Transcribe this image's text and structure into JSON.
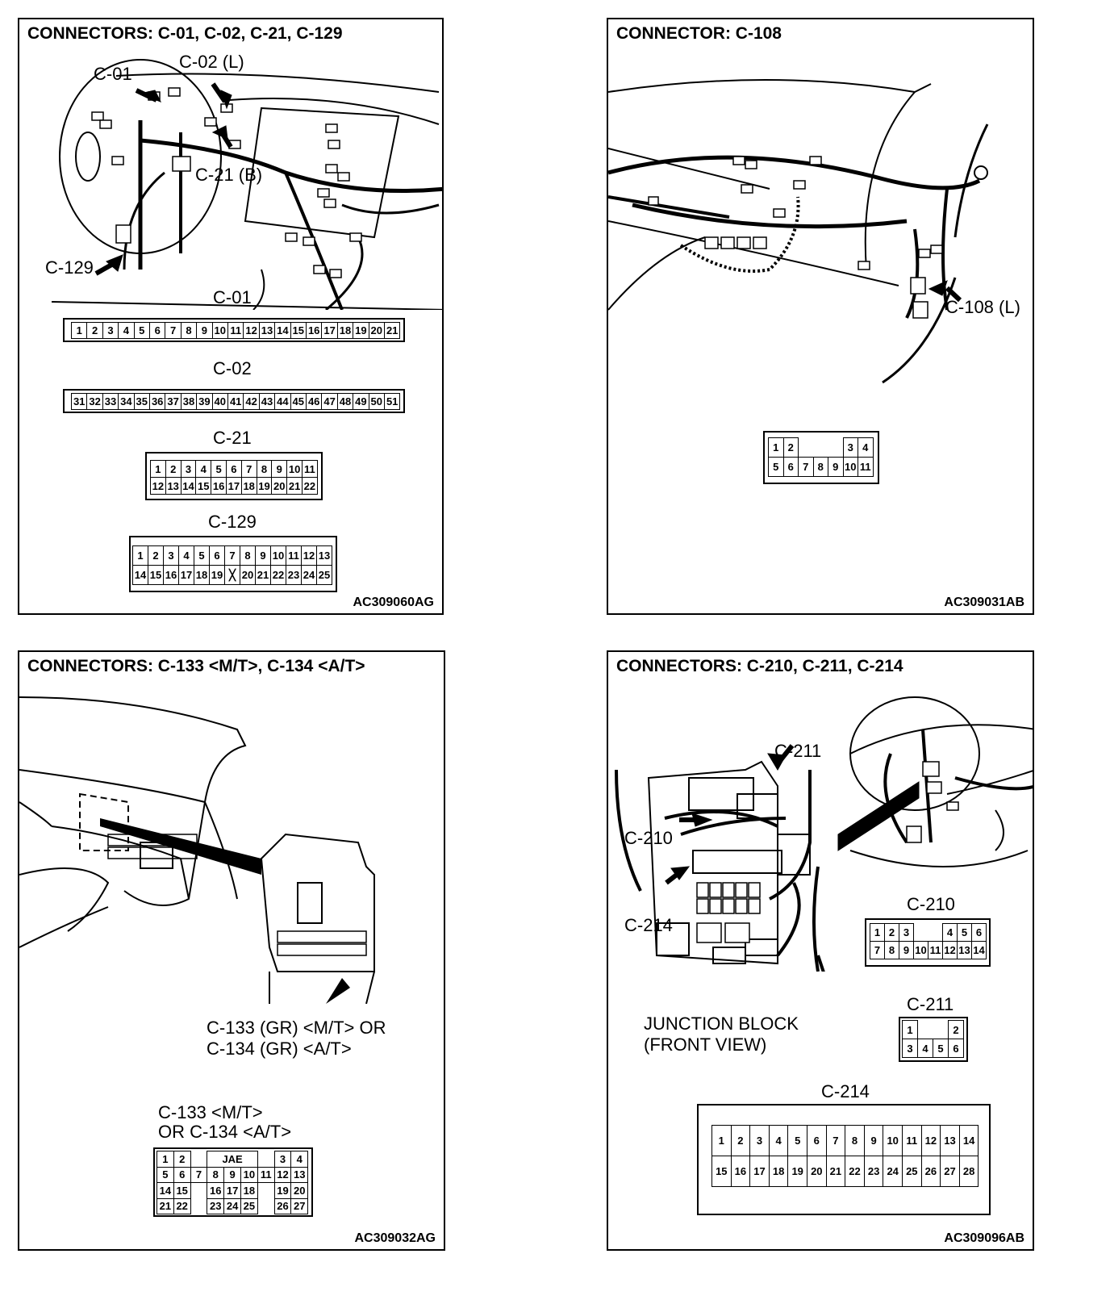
{
  "panels": {
    "p1": {
      "title": "CONNECTORS: C-01, C-02, C-21, C-129",
      "callouts": {
        "c01": "C-01",
        "c02": "C-02 (L)",
        "c21": "C-21 (B)",
        "c129": "C-129"
      },
      "connectors": {
        "c01": {
          "label": "C-01",
          "pins": [
            "1",
            "2",
            "3",
            "4",
            "5",
            "6",
            "7",
            "8",
            "9",
            "10",
            "11",
            "12",
            "13",
            "14",
            "15",
            "16",
            "17",
            "18",
            "19",
            "20",
            "21"
          ]
        },
        "c02": {
          "label": "C-02",
          "pins": [
            "31",
            "32",
            "33",
            "34",
            "35",
            "36",
            "37",
            "38",
            "39",
            "40",
            "41",
            "42",
            "43",
            "44",
            "45",
            "46",
            "47",
            "48",
            "49",
            "50",
            "51"
          ]
        },
        "c21": {
          "label": "C-21",
          "row1": [
            "1",
            "2",
            "3",
            "4",
            "5",
            "6",
            "7",
            "8",
            "9",
            "10",
            "11"
          ],
          "row2": [
            "12",
            "13",
            "14",
            "15",
            "16",
            "17",
            "18",
            "19",
            "20",
            "21",
            "22"
          ]
        },
        "c129": {
          "label": "C-129",
          "row1": [
            "1",
            "2",
            "3",
            "4",
            "5",
            "6",
            "7",
            "8",
            "9",
            "10",
            "11",
            "12",
            "13"
          ],
          "row2": [
            "14",
            "15",
            "16",
            "17",
            "18",
            "19",
            "",
            "20",
            "21",
            "22",
            "23",
            "24",
            "25"
          ]
        }
      },
      "code": "AC309060AG"
    },
    "p2": {
      "title": "CONNECTOR: C-108",
      "callouts": {
        "c108": "C-108 (L)"
      },
      "connectors": {
        "c108": {
          "row1": [
            "1",
            "2",
            "",
            "",
            "",
            "3",
            "4"
          ],
          "row2": [
            "5",
            "6",
            "7",
            "8",
            "9",
            "10",
            "11"
          ]
        }
      },
      "code": "AC309031AB"
    },
    "p3": {
      "title": "CONNECTORS: C-133 <M/T>, C-134 <A/T>",
      "callouts": {
        "line1": "C-133 (GR) <M/T> OR",
        "line2": "C-134 (GR) <A/T>"
      },
      "connectors": {
        "c133": {
          "label1": "C-133 <M/T>",
          "label2": "OR C-134 <A/T>",
          "jae": "JAE",
          "rows": [
            [
              "1",
              "2",
              "",
              "",
              "",
              "",
              "",
              "3",
              "4"
            ],
            [
              "5",
              "6",
              "7",
              "8",
              "9",
              "10",
              "11",
              "12",
              "13"
            ],
            [
              "14",
              "15",
              "",
              "16",
              "17",
              "18",
              "",
              "19",
              "20"
            ],
            [
              "21",
              "22",
              "",
              "23",
              "24",
              "25",
              "",
              "26",
              "27"
            ]
          ]
        }
      },
      "code": "AC309032AG"
    },
    "p4": {
      "title": "CONNECTORS: C-210, C-211, C-214",
      "callouts": {
        "c211": "C-211",
        "c210": "C-210",
        "c214": "C-214",
        "jb1": "JUNCTION BLOCK",
        "jb2": "(FRONT VIEW)"
      },
      "connectors": {
        "c210": {
          "label": "C-210",
          "row1": [
            "1",
            "2",
            "3",
            "",
            "",
            "4",
            "5",
            "6"
          ],
          "row2": [
            "7",
            "8",
            "9",
            "10",
            "11",
            "12",
            "13",
            "14"
          ]
        },
        "c211": {
          "label": "C-211",
          "row1": [
            "1",
            "",
            "",
            "2"
          ],
          "row2": [
            "3",
            "4",
            "5",
            "6"
          ]
        },
        "c214": {
          "label": "C-214",
          "row1": [
            "1",
            "2",
            "3",
            "4",
            "5",
            "6",
            "7",
            "8",
            "9",
            "10",
            "11",
            "12",
            "13",
            "14"
          ],
          "row2": [
            "15",
            "16",
            "17",
            "18",
            "19",
            "20",
            "21",
            "22",
            "23",
            "24",
            "25",
            "26",
            "27",
            "28"
          ]
        }
      },
      "code": "AC309096AB"
    }
  }
}
